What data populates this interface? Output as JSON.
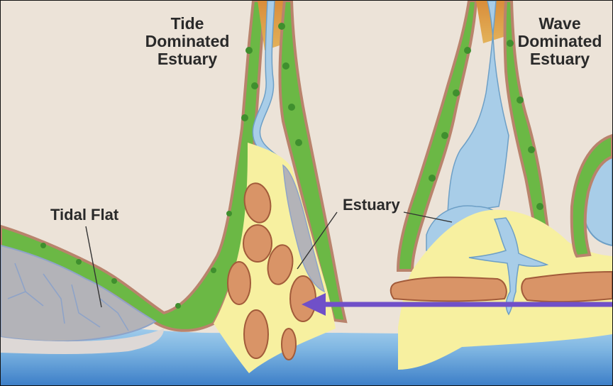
{
  "labels": {
    "tide_estuary": [
      "Tide",
      "Dominated",
      "Estuary"
    ],
    "wave_estuary": [
      "Wave",
      "Dominated",
      "Estuary"
    ],
    "tidal_flat": "Tidal Flat",
    "estuary": "Estuary"
  },
  "colors": {
    "land": "#ece3d8",
    "bank_outline": "#b9836c",
    "vegetation": "#6bb845",
    "vegetation_dark": "#3f8f2e",
    "river": "#a8cde8",
    "sand": "#f7f0a0",
    "sand_bar": "#d99467",
    "sea": "#8fc0e4",
    "sea_deep": "#4f8dd0",
    "tidal_flat": "#b3b3b8",
    "arrow": "#7050c8",
    "upland": "#d98d3a"
  }
}
